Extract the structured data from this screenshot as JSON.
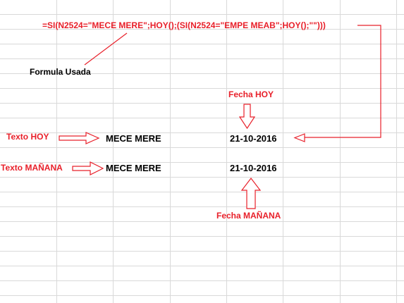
{
  "sheet": {
    "formula_text": "=SI(N2524=\"MECE MERE\";HOY();(SI(N2524=\"EMPE MEAB\";HOY();\"\")))",
    "formula_label": "Formula Usada",
    "fecha_hoy_label": "Fecha HOY",
    "fecha_manana_label": "Fecha MAÑANA",
    "texto_hoy_label": "Texto HOY",
    "texto_manana_label": "Texto MAÑANA",
    "rows": [
      {
        "text": "MECE MERE",
        "date": "21-10-2016"
      },
      {
        "text": "MECE MERE",
        "date": "21-10-2016"
      }
    ]
  },
  "colors": {
    "annotation": "#e8202a",
    "gridline": "#d9d9d9",
    "cell_text": "#000000"
  }
}
